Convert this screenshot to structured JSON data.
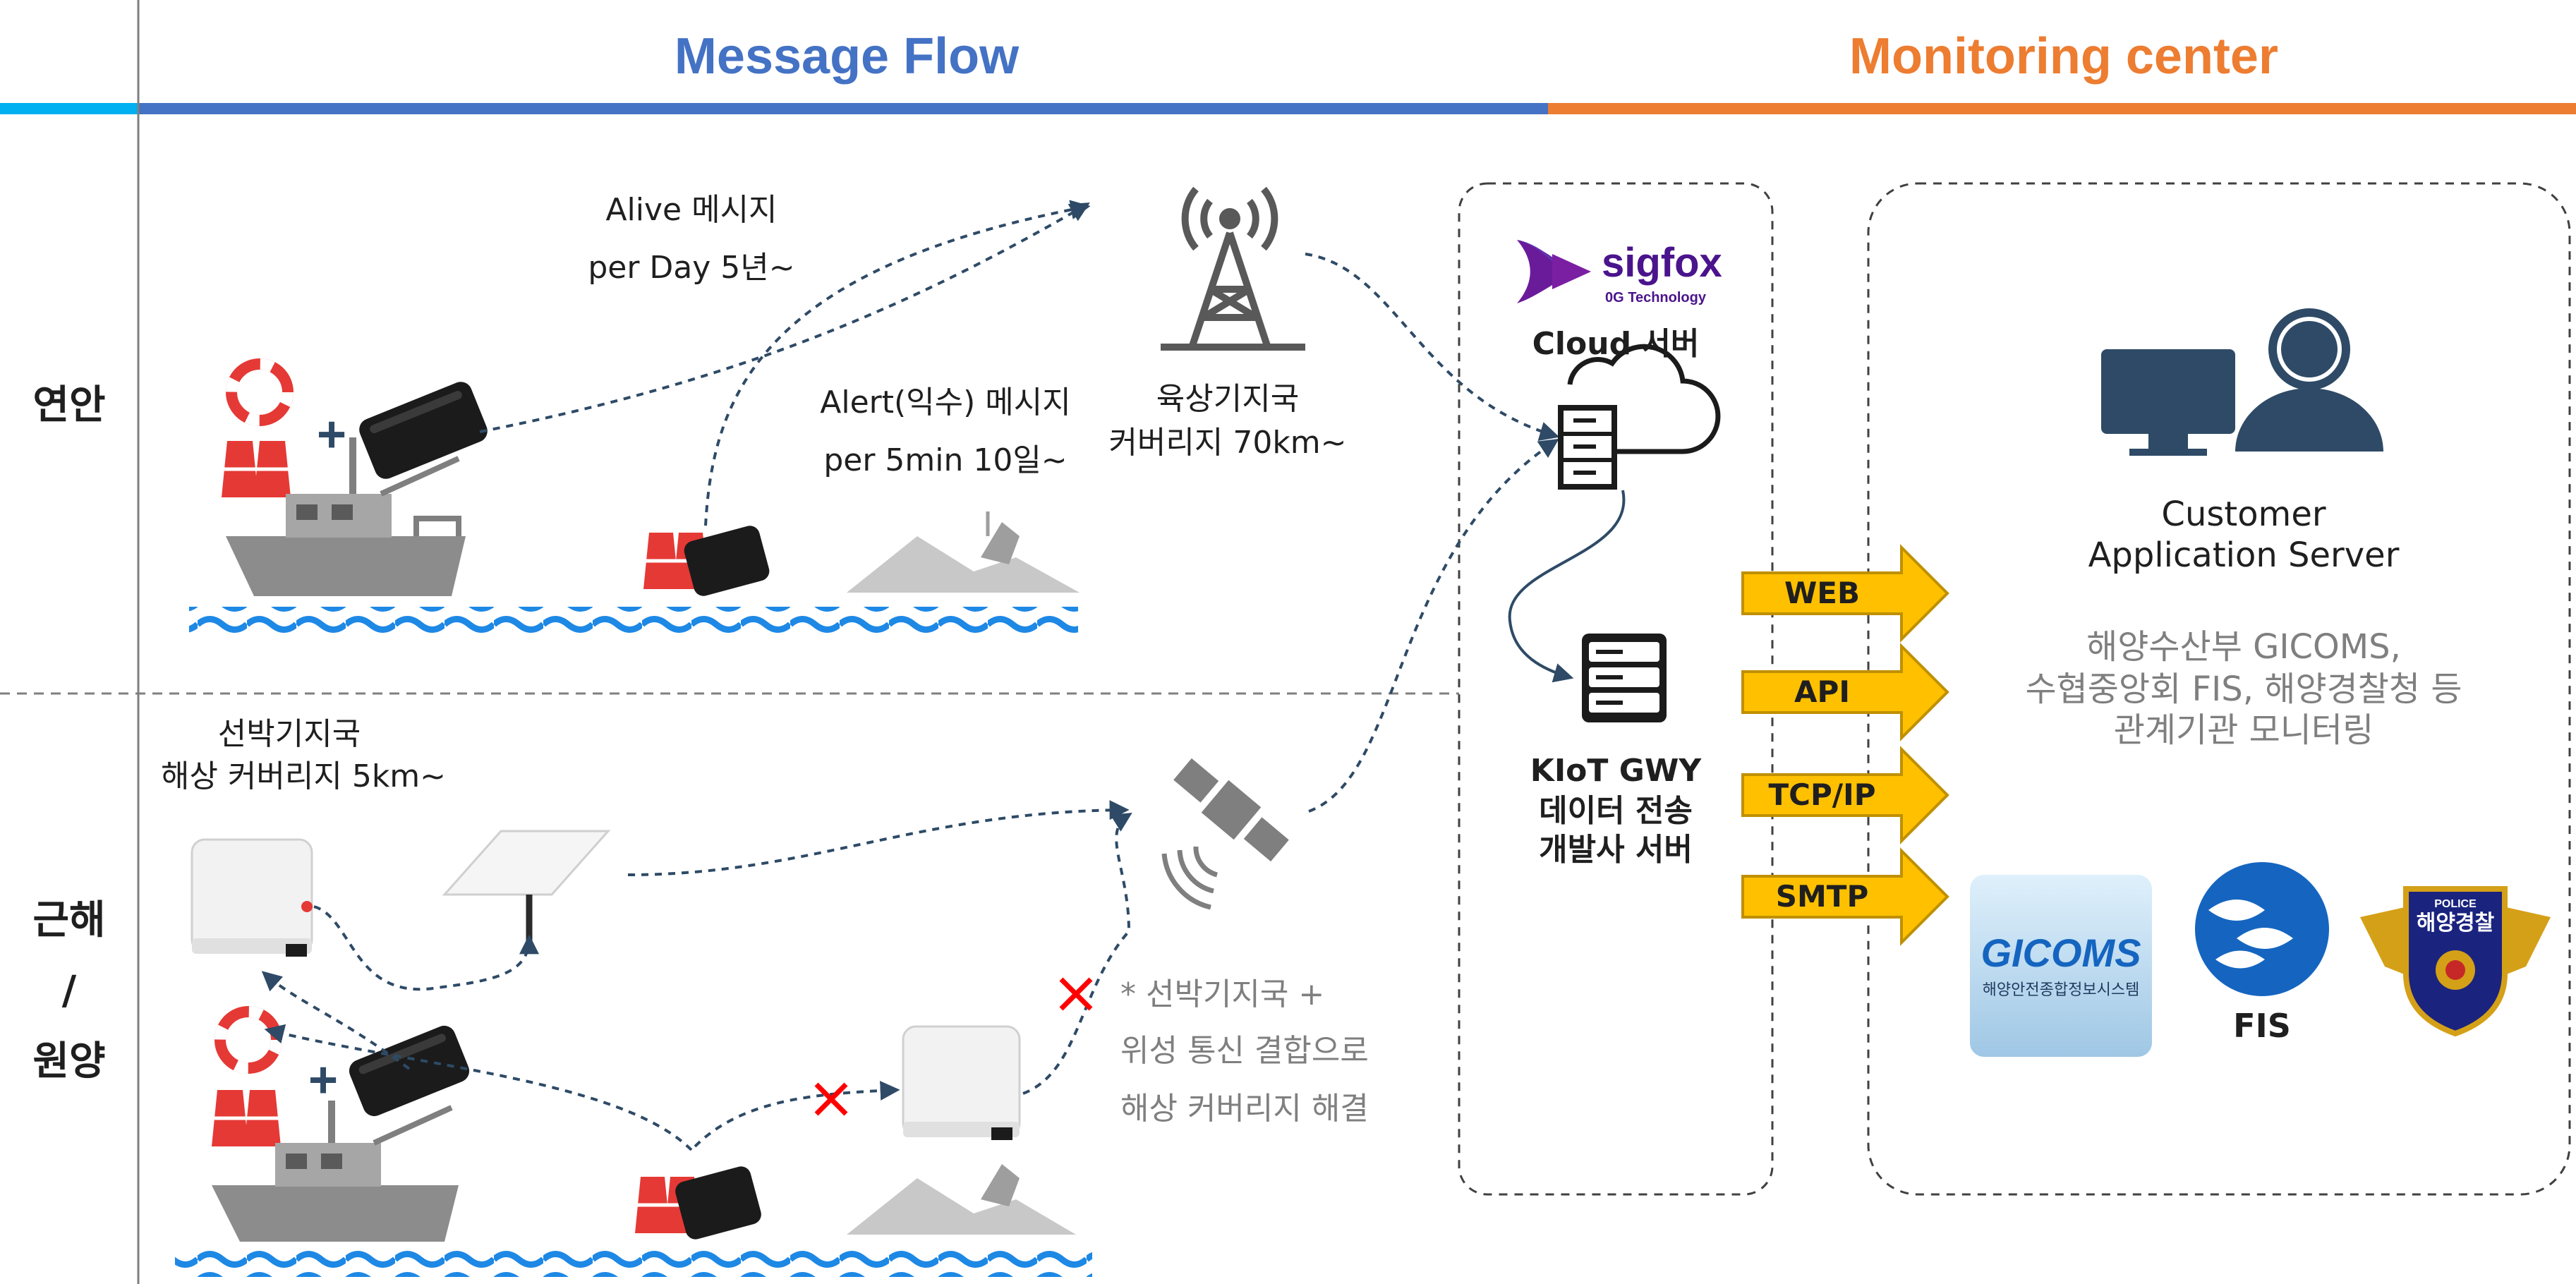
{
  "header": {
    "message_flow": "Message Flow",
    "monitoring_center": "Monitoring center",
    "colors": {
      "light_blue": "#00b0f0",
      "blue": "#4472c4",
      "orange": "#ed7d31"
    }
  },
  "rows": {
    "coastal": "연안",
    "offshore_1": "근해",
    "offshore_sep": "/",
    "offshore_2": "원양"
  },
  "coastal_flow": {
    "alive_line1": "Alive 메시지",
    "alive_line2": "per Day 5년~",
    "alert_line1": "Alert(익수) 메시지",
    "alert_line2": "per 5min 10일~",
    "tower_line1": "육상기지국",
    "tower_line2": "커버리지 70km~"
  },
  "offshore_flow": {
    "ship_station_line1": "선박기지국",
    "ship_station_line2": "해상 커버리지 5km~",
    "note_line1": "* 선박기지국 +",
    "note_line2": "위성 통신 결합으로",
    "note_line3": "해상 커버리지 해결"
  },
  "cloud": {
    "sigfox_brand": "sigfox",
    "sigfox_tagline": "0G Technology",
    "cloud_server": "Cloud 서버",
    "gateway_line1": "KIoT GWY",
    "gateway_line2": "데이터 전송",
    "gateway_line3": "개발사 서버"
  },
  "protocols": [
    "WEB",
    "API",
    "TCP/IP",
    "SMTP"
  ],
  "monitoring": {
    "customer_line1": "Customer",
    "customer_line2": "Application Server",
    "agencies_line1": "해양수산부 GICOMS,",
    "agencies_line2": "수협중앙회 FIS, 해양경찰청 등",
    "agencies_line3": "관계기관 모니터링",
    "gicoms_logo": "GICOMS",
    "gicoms_caption": "해양안전종합정보시스템",
    "fis_label": "FIS",
    "police_top": "POLICE",
    "police_name": "해양경찰"
  }
}
